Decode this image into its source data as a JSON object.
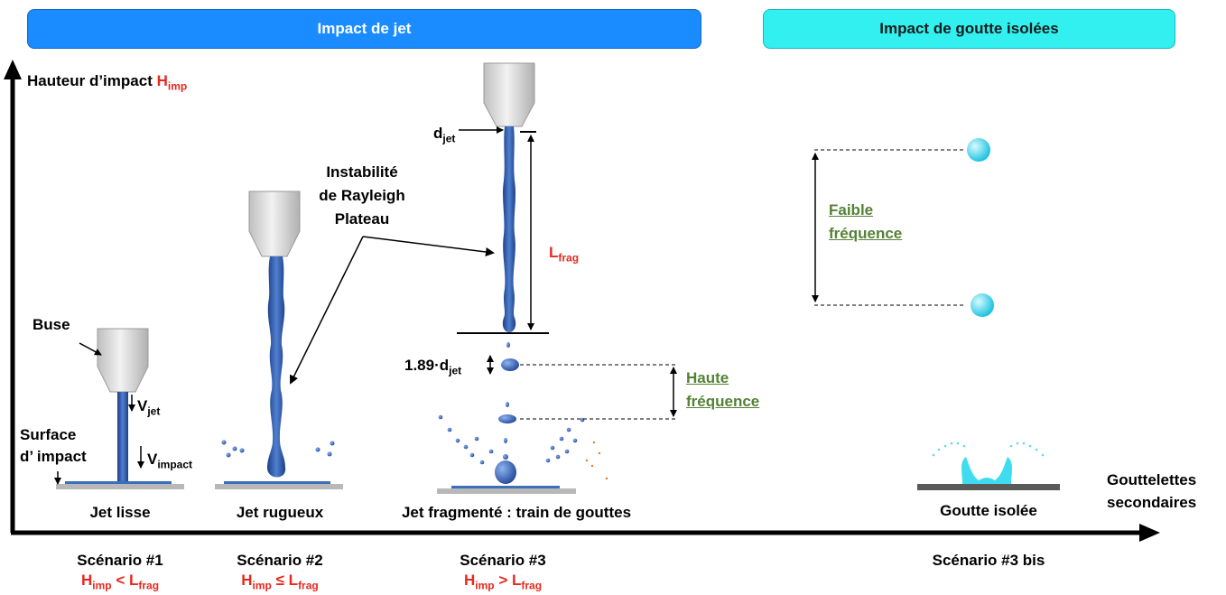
{
  "bands": {
    "jet": "Impact de jet",
    "goutte": "Impact de goutte isolées"
  },
  "axes": {
    "y_label": "Hauteur d’impact",
    "y_symbol": "H",
    "y_symbol_sub": "imp",
    "x_label_line1": "Gouttelettes",
    "x_label_line2": "secondaires"
  },
  "labels": {
    "buse": "Buse",
    "surface_line1": "Surface",
    "surface_line2": "d’ impact",
    "v_jet": "V",
    "v_jet_sub": "jet",
    "v_impact": "V",
    "v_impact_sub": "impact",
    "instability_line1": "Instabilité",
    "instability_line2": "de Rayleigh",
    "instability_line3": "Plateau",
    "d_jet": "d",
    "d_jet_sub": "jet",
    "l_frag": "L",
    "l_frag_sub": "frag",
    "drop_size": "1.89·d",
    "drop_size_sub": "jet",
    "haute_line1": "Haute",
    "haute_line2": "fréquence",
    "faible_line1": "Faible",
    "faible_line2": "fréquence"
  },
  "cases": [
    {
      "name": "Jet lisse",
      "scenario": "Scénario #1",
      "cond_a": "H",
      "cond_a_sub": "imp",
      "op": " < ",
      "cond_b": "L",
      "cond_b_sub": "frag"
    },
    {
      "name": "Jet rugueux",
      "scenario": "Scénario #2",
      "cond_a": "H",
      "cond_a_sub": "imp",
      "op": " ≤ ",
      "cond_b": "L",
      "cond_b_sub": "frag"
    },
    {
      "name": "Jet fragmenté : train de gouttes",
      "scenario": "Scénario #3",
      "cond_a": "H",
      "cond_a_sub": "imp",
      "op": " > ",
      "cond_b": "L",
      "cond_b_sub": "frag"
    },
    {
      "name": "Goutte isolée",
      "scenario": "Scénario #3 bis"
    }
  ],
  "colors": {
    "jet_band": "#1a8cff",
    "drop_band": "#33f0f0",
    "jet": "#2a55a6",
    "drop": "#2ad4f0",
    "accent_red": "#e8281e",
    "accent_green": "#548235"
  }
}
